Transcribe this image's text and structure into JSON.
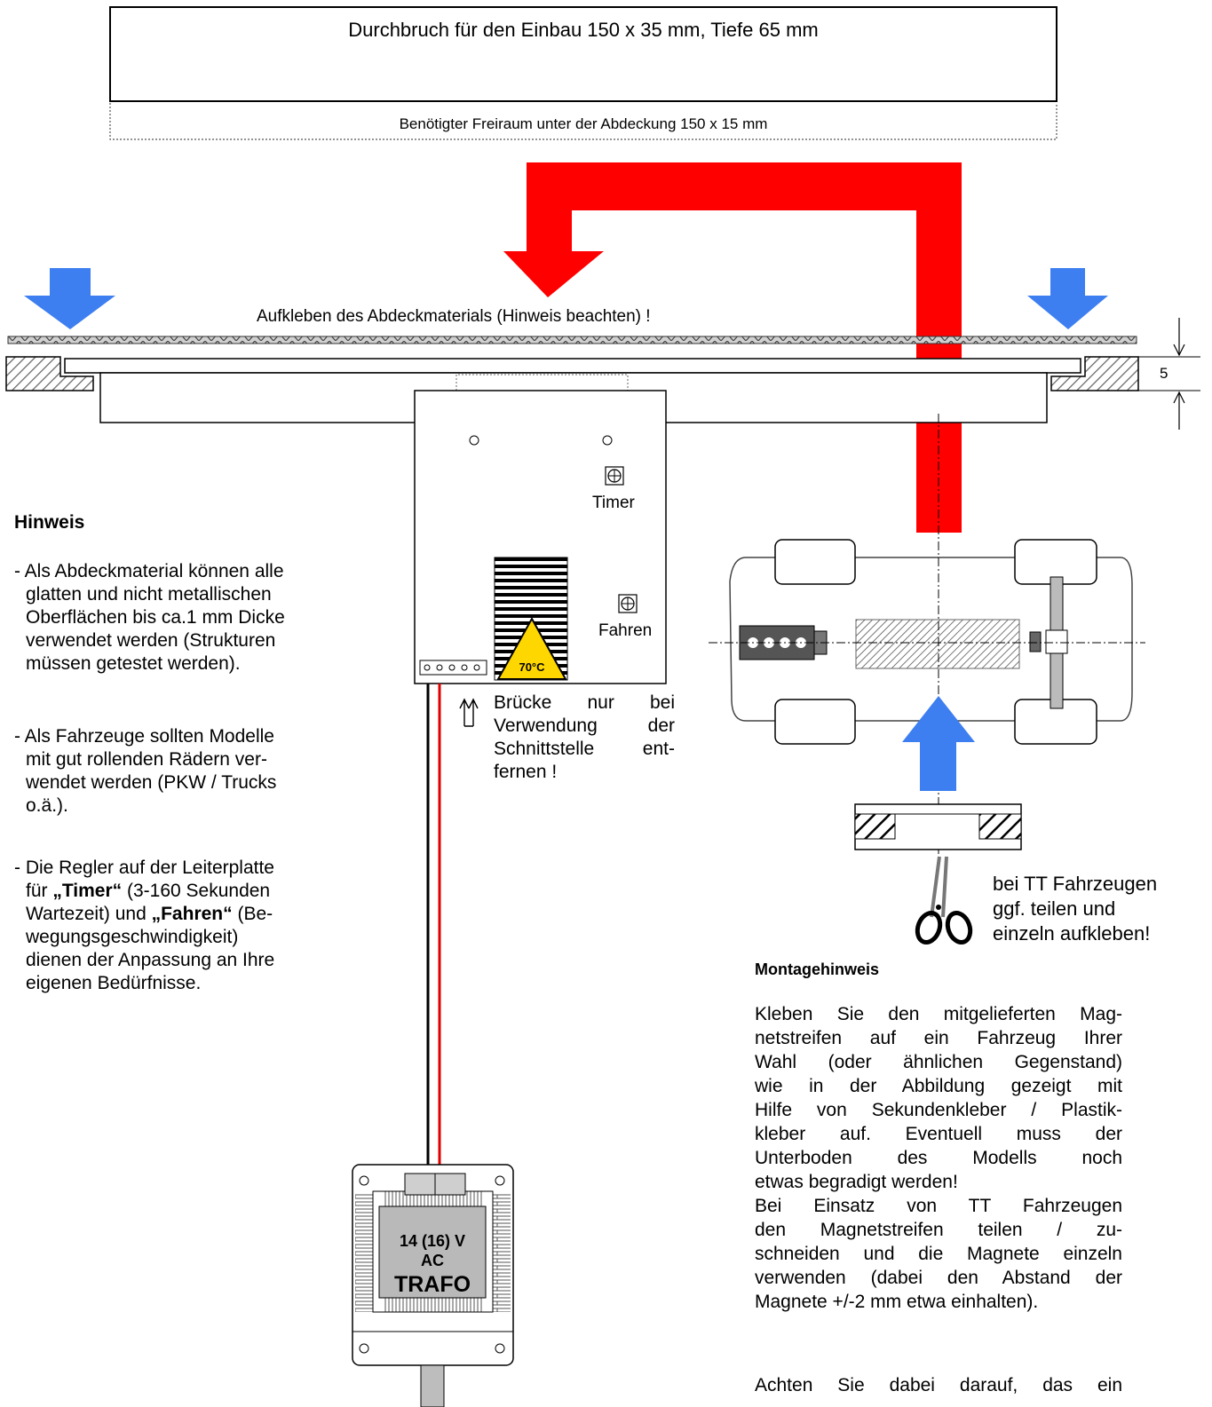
{
  "opening_box": {
    "label": "Durchbruch für den Einbau 150 x 35 mm, Tiefe 65 mm"
  },
  "clearance_box": {
    "label": "Benötigter Freiraum unter der Abdeckung 150 x 15 mm"
  },
  "cover_label": "Aufkleben des Abdeckmaterials (Hinweis beachten) !",
  "dimension_label": "5",
  "board": {
    "timer_label": "Timer",
    "fahren_label": "Fahren",
    "warning_temp": "70°C",
    "bridge_note": [
      "Brücke nur bei",
      "Verwendung der",
      "Schnittstelle ent-",
      "fernen !"
    ]
  },
  "hinweis": {
    "title": "Hinweis",
    "items": [
      [
        "- Als Abdeckmaterial können alle",
        "glatten und nicht metallischen",
        "Oberflächen bis ca.1 mm Dicke",
        "verwendet werden (Strukturen",
        "müssen getestet werden)."
      ],
      [
        "- Als Fahrzeuge sollten Modelle",
        "mit gut rollenden Rädern ver-",
        "wendet werden (PKW / Trucks",
        "o.ä.)."
      ]
    ],
    "item3_parts": {
      "l1": "- Die Regler auf der Leiterplatte",
      "l2a": "für ",
      "l2b": "„Timer“",
      "l2c": " (3-160 Sekunden",
      "l3a": "Wartezeit) und ",
      "l3b": "„Fahren“",
      "l3c": " (Be-",
      "l4": "wegungsgeschwindigkeit)",
      "l5": "dienen der Anpassung an Ihre",
      "l6": "eigenen Bedürfnisse."
    }
  },
  "scissors_note": [
    "bei TT Fahrzeugen",
    "ggf. teilen und",
    "einzeln aufkleben!"
  ],
  "montage": {
    "title": "Montagehinweis",
    "para1": [
      "Kleben Sie den mitgelieferten Mag-",
      "netstreifen auf ein Fahrzeug Ihrer",
      "Wahl (oder ähnlichen Gegenstand)",
      "wie in der Abbildung gezeigt mit",
      "Hilfe von Sekundenkleber / Plastik-",
      "kleber auf. Eventuell muss der",
      "Unterboden des Modells noch",
      "etwas begradigt werden!"
    ],
    "para2": [
      "Bei Einsatz von TT Fahrzeugen",
      "den Magnetstreifen teilen / zu-",
      "schneiden und die Magnete einzeln",
      "verwenden (dabei den Abstand der",
      "Magnete +/-2 mm etwa einhalten)."
    ],
    "para3": [
      "Achten Sie dabei darauf, das ein"
    ]
  },
  "trafo": {
    "voltage": "14 (16) V",
    "type": "AC",
    "name": "TRAFO"
  },
  "colors": {
    "red_arrow": "#ff0000",
    "blue_arrow": "#3d7ff0",
    "warning": "#ffd700"
  }
}
